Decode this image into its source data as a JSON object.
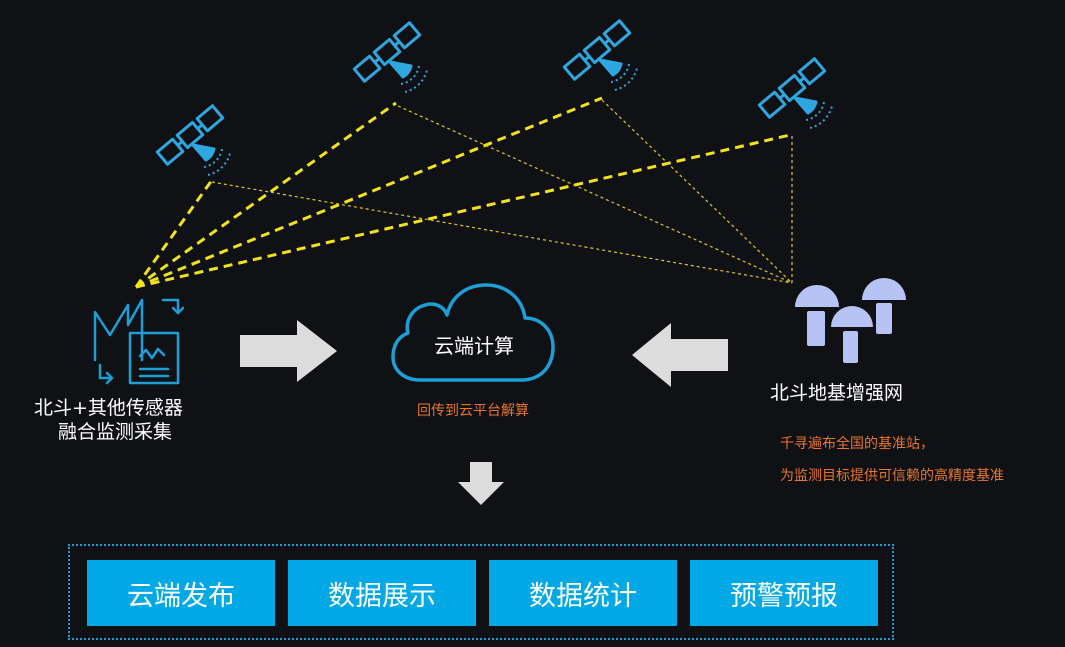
{
  "collector": {
    "title_line1": "北斗+其他传感器",
    "title_line2": "融合监测采集"
  },
  "cloud": {
    "title": "云端计算",
    "subtitle": "回传到云平台解算"
  },
  "ground_network": {
    "title": "北斗地基增强网",
    "desc_line1": "千寻遍布全国的基准站，",
    "desc_line2": "为监测目标提供可信赖的高精度基准"
  },
  "actions": [
    "云端发布",
    "数据展示",
    "数据统计",
    "预警预报"
  ],
  "colors": {
    "background": "#0f1114",
    "accent_blue": "#1d9fd6",
    "satellite_blue": "#2ea7e0",
    "link_yellow": "#f2e21a",
    "arrow_gray": "#dcdcdc",
    "station_color": "#b7c3f5",
    "button_blue": "#00a9e6",
    "orange_text": "#e8762b"
  },
  "icons": [
    "satellite-icon",
    "sensor-icon",
    "cloud-icon",
    "base-station-icon",
    "arrow-right-icon",
    "arrow-left-icon",
    "arrow-down-icon"
  ]
}
